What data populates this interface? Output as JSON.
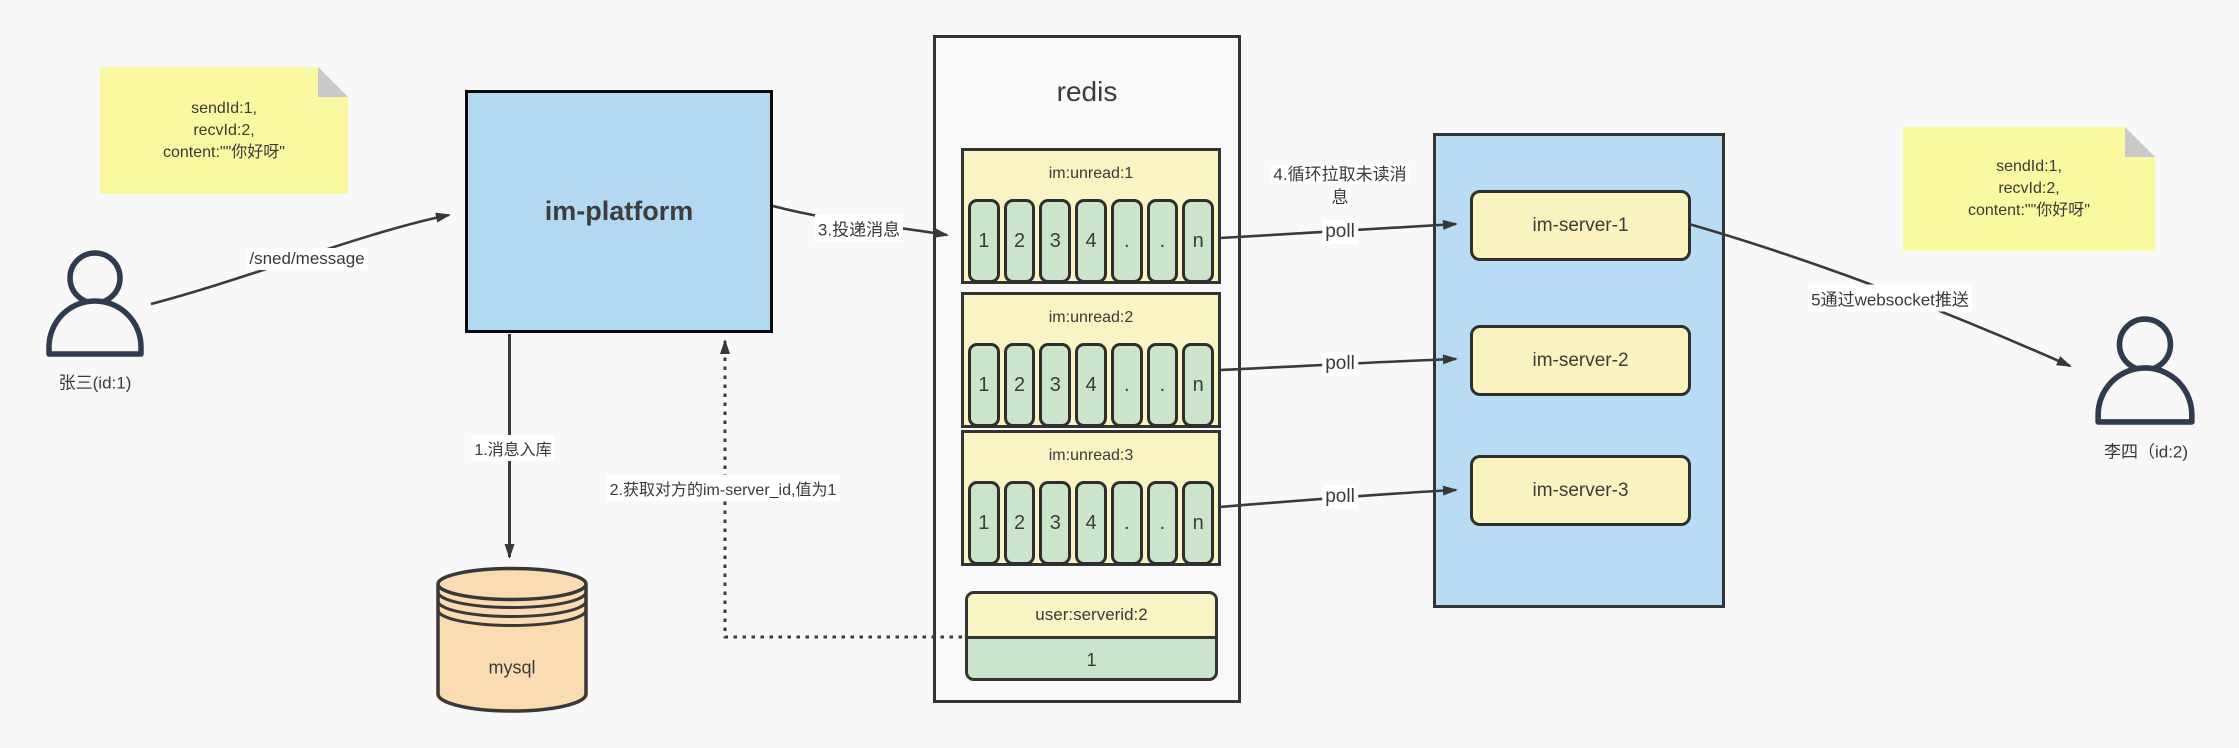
{
  "notes": {
    "left": {
      "lines": [
        "sendId:1,",
        "recvId:2,",
        "content:\"\"你好呀\""
      ]
    },
    "right": {
      "lines": [
        "sendId:1,",
        "recvId:2,",
        "content:\"\"你好呀\""
      ]
    }
  },
  "actors": {
    "sender": {
      "label": "张三(id:1)"
    },
    "receiver": {
      "label": "李四（id:2)"
    }
  },
  "platform": {
    "label": "im-platform"
  },
  "mysql": {
    "label": "mysql"
  },
  "redis": {
    "title": "redis",
    "queues": [
      {
        "title": "im:unread:1",
        "cells": [
          "1",
          "2",
          "3",
          "4",
          ".",
          ".",
          "n"
        ]
      },
      {
        "title": "im:unread:2",
        "cells": [
          "1",
          "2",
          "3",
          "4",
          ".",
          ".",
          "n"
        ]
      },
      {
        "title": "im:unread:3",
        "cells": [
          "1",
          "2",
          "3",
          "4",
          ".",
          ".",
          "n"
        ]
      }
    ],
    "server_map": {
      "title": "user:serverid:2",
      "value": "1"
    }
  },
  "server_cluster": {
    "servers": [
      {
        "label": "im-server-1"
      },
      {
        "label": "im-server-2"
      },
      {
        "label": "im-server-3"
      }
    ]
  },
  "edges": {
    "send_message": {
      "label": "/sned/message"
    },
    "store_message": {
      "label": "1.消息入库"
    },
    "get_server_id": {
      "label": "2.获取对方的im-server_id,值为1"
    },
    "deliver_message": {
      "label": "3.投递消息"
    },
    "poll_loop": {
      "label": "4.循环拉取未读消息",
      "label_lines": [
        "4.循环拉取未读消",
        "息"
      ]
    },
    "poll_1": {
      "label": "poll"
    },
    "poll_2": {
      "label": "poll"
    },
    "poll_3": {
      "label": "poll"
    },
    "websocket_push": {
      "label": "5通过websocket推送"
    }
  },
  "colors": {
    "canvas_bg": "#F8F8F8",
    "note_yellow": "#FAF8A0",
    "note_fold": "#C9C9C9",
    "platform_blue": "#B3D8F2",
    "cluster_blue": "#B9DCF5",
    "queue_yellow": "#FAF3C4",
    "cell_green": "#CBE5CC",
    "server_yellow": "#FAF3C0",
    "mysql_tan": "#FBDCB2",
    "redis_bg": "#F9F9F9",
    "arrow_stroke": "#3a3a3a",
    "person_stroke": "#2F3B4E"
  }
}
